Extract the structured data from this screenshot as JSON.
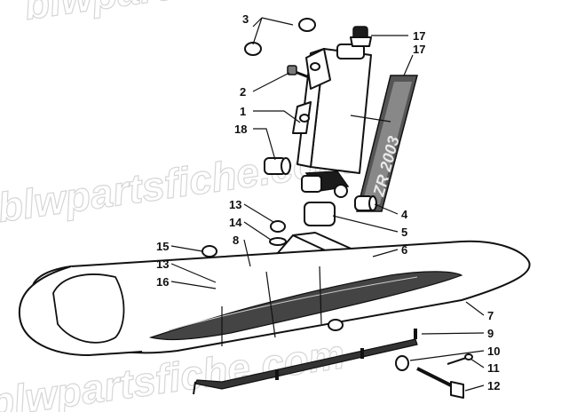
{
  "watermark": {
    "text": "blwpartsfiche.com"
  },
  "decal": {
    "text": "ZR 2003"
  },
  "callouts": [
    {
      "id": "c1",
      "label": "1"
    },
    {
      "id": "c2",
      "label": "2"
    },
    {
      "id": "c3",
      "label": "3"
    },
    {
      "id": "c4",
      "label": "4"
    },
    {
      "id": "c5",
      "label": "5"
    },
    {
      "id": "c6",
      "label": "6"
    },
    {
      "id": "c7",
      "label": "7"
    },
    {
      "id": "c8",
      "label": "8"
    },
    {
      "id": "c9",
      "label": "9"
    },
    {
      "id": "c10",
      "label": "10"
    },
    {
      "id": "c11",
      "label": "11"
    },
    {
      "id": "c12",
      "label": "12"
    },
    {
      "id": "c13a",
      "label": "13"
    },
    {
      "id": "c13b",
      "label": "13"
    },
    {
      "id": "c14",
      "label": "14"
    },
    {
      "id": "c15",
      "label": "15"
    },
    {
      "id": "c16",
      "label": "16"
    },
    {
      "id": "c17",
      "label": "17"
    },
    {
      "id": "c18",
      "label": "18"
    },
    {
      "id": "c19",
      "label": "19"
    }
  ]
}
